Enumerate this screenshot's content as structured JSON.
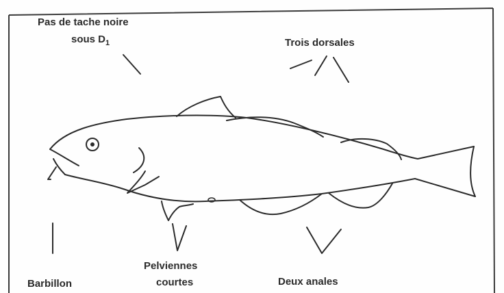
{
  "labels": {
    "no_spot_line1": "Pas de tache noire",
    "no_spot_line2": "sous D",
    "no_spot_sub": "1",
    "three_dorsals": "Trois dorsales",
    "barbel": "Barbillon",
    "pelvic_line1": "Pelviennes",
    "pelvic_line2": "courtes",
    "two_anals": "Deux anales"
  }
}
